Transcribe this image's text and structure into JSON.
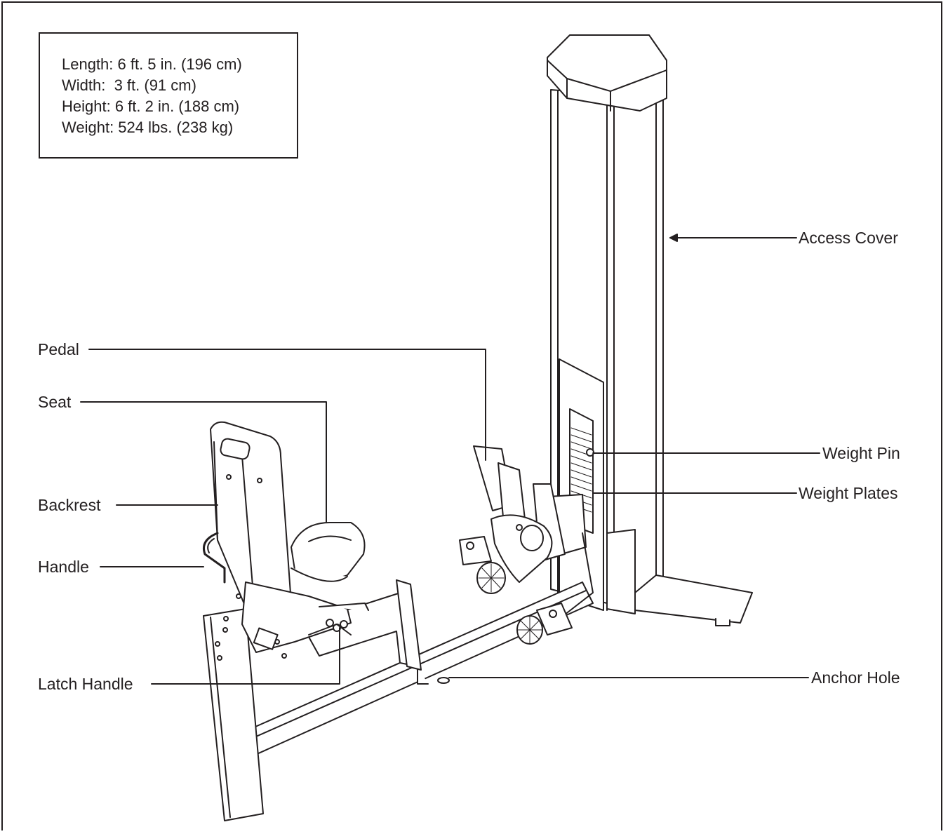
{
  "specs": {
    "length": "Length: 6 ft. 5 in. (196 cm)",
    "width": "Width:  3 ft. (91 cm)",
    "height": "Height: 6 ft. 2 in. (188 cm)",
    "weight": "Weight: 524 lbs. (238 kg)"
  },
  "labels": {
    "access_cover": "Access Cover",
    "pedal": "Pedal",
    "seat": "Seat",
    "weight_pin": "Weight Pin",
    "weight_plates": "Weight Plates",
    "backrest": "Backrest",
    "handle": "Handle",
    "latch_handle": "Latch Handle",
    "anchor_hole": "Anchor Hole"
  },
  "colors": {
    "line": "#231f20",
    "background": "#ffffff"
  }
}
